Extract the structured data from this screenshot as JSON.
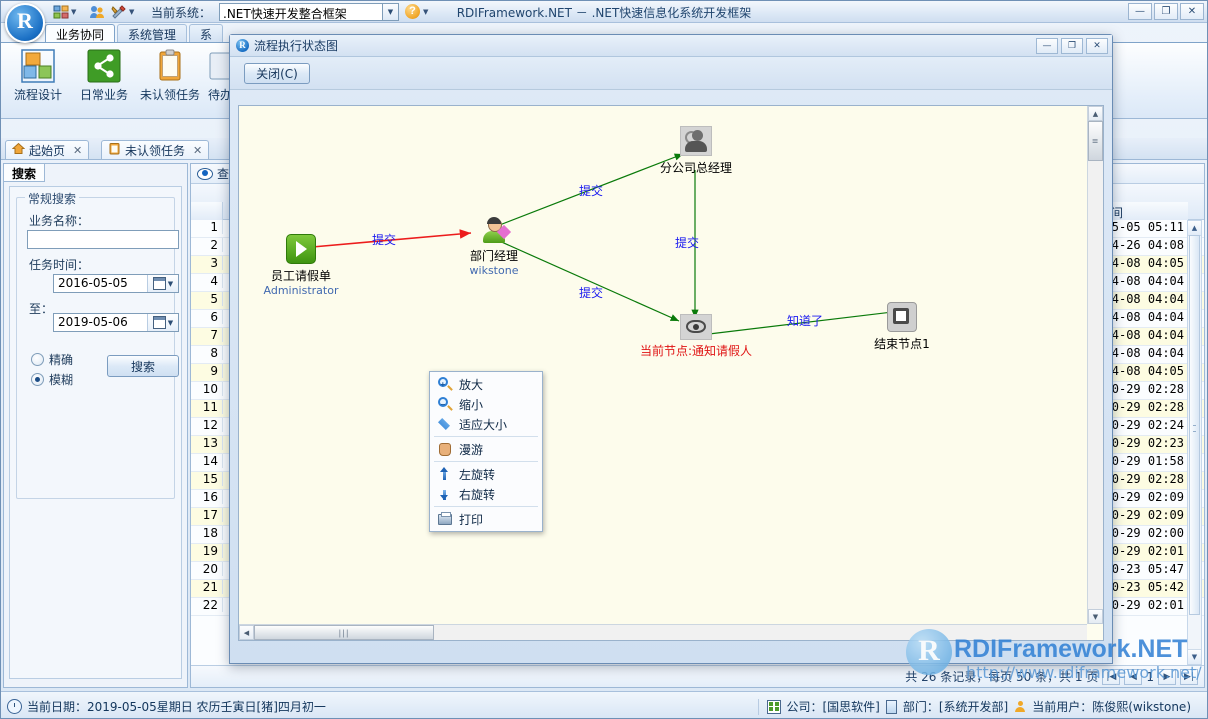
{
  "titlebar": {
    "system_label": "当前系统：",
    "system_value": ".NET快速开发整合框架",
    "window_title": "RDIFramework.NET － .NET快速信息化系统开发框架",
    "help_glyph": "?",
    "minimize": "—",
    "maximize": "❐",
    "close": "✕"
  },
  "ribbon": {
    "tabs": [
      {
        "label": "业务协同",
        "active": true
      },
      {
        "label": "系统管理",
        "active": false
      },
      {
        "label": "系",
        "active": false
      }
    ],
    "items": [
      {
        "label": "流程设计"
      },
      {
        "label": "日常业务"
      },
      {
        "label": "未认领任务"
      },
      {
        "label": "待办"
      }
    ]
  },
  "doctabs": [
    {
      "label": "起始页",
      "close": "✕"
    },
    {
      "label": "未认领任务",
      "close": "✕"
    }
  ],
  "search_panel": {
    "tab_label": "搜索",
    "group_title": "常规搜索",
    "name_label": "业务名称：",
    "name_value": "",
    "time_label": "任务时间：",
    "date_from": "2016-05-05",
    "to_label": "至：",
    "date_to": "2019-05-06",
    "radio_exact": "精确",
    "radio_fuzzy": "模糊",
    "radio_selected": "模糊",
    "search_button": "搜索"
  },
  "grid": {
    "toolbar_view": "查",
    "header_time": "间",
    "rows": [
      {
        "num": "1",
        "time": "5-05 05:11",
        "alt": false
      },
      {
        "num": "2",
        "time": "4-26 04:08",
        "alt": false
      },
      {
        "num": "3",
        "time": "4-08 04:05",
        "alt": true
      },
      {
        "num": "4",
        "time": "4-08 04:04",
        "alt": false
      },
      {
        "num": "5",
        "time": "4-08 04:04",
        "alt": true
      },
      {
        "num": "6",
        "time": "4-08 04:04",
        "alt": false
      },
      {
        "num": "7",
        "time": "4-08 04:04",
        "alt": true
      },
      {
        "num": "8",
        "time": "4-08 04:04",
        "alt": false
      },
      {
        "num": "9",
        "time": "4-08 04:05",
        "alt": true
      },
      {
        "num": "10",
        "time": "0-29 02:28",
        "alt": false
      },
      {
        "num": "11",
        "time": "0-29 02:28",
        "alt": true
      },
      {
        "num": "12",
        "time": "0-29 02:24",
        "alt": false
      },
      {
        "num": "13",
        "time": "0-29 02:23",
        "alt": true
      },
      {
        "num": "14",
        "time": "0-29 01:58",
        "alt": false
      },
      {
        "num": "15",
        "time": "0-29 02:28",
        "alt": true
      },
      {
        "num": "16",
        "time": "0-29 02:09",
        "alt": false
      },
      {
        "num": "17",
        "time": "0-29 02:09",
        "alt": true
      },
      {
        "num": "18",
        "time": "0-29 02:00",
        "alt": false
      },
      {
        "num": "19",
        "time": "0-29 02:01",
        "alt": true
      },
      {
        "num": "20",
        "time": "0-23 05:47",
        "alt": false
      },
      {
        "num": "21",
        "time": "0-23 05:42",
        "alt": true
      },
      {
        "num": "22",
        "time": "0-29 02:01",
        "alt": false
      }
    ],
    "footer_summary": "共 26 条记录，每页 50 条，共 1 页",
    "page_size": "50",
    "page_number": "1",
    "nav_first": "|◀",
    "nav_prev": "◀",
    "nav_next": "▶",
    "nav_last": "▶|"
  },
  "dialog": {
    "title": "流程执行状态图",
    "logo_letter": "R",
    "close_button": "关闭(C)",
    "minimize": "—",
    "maximize": "❐",
    "window_close": "✕"
  },
  "diagram": {
    "nodes": [
      {
        "id": "start",
        "label": "员工请假单",
        "sub": "Administrator",
        "icon": "start-icon",
        "current": ""
      },
      {
        "id": "dept",
        "label": "部门经理",
        "sub": "wikstone",
        "icon": "person-icon",
        "current": ""
      },
      {
        "id": "branch",
        "label": "分公司总经理",
        "sub": "",
        "icon": "gray-person-icon",
        "current": ""
      },
      {
        "id": "notify",
        "label": "",
        "sub": "",
        "icon": "eye-icon",
        "current": "当前节点:通知请假人"
      },
      {
        "id": "end",
        "label": "结束节点1",
        "sub": "",
        "icon": "end-icon",
        "current": ""
      }
    ],
    "edges": [
      {
        "label": "提交"
      },
      {
        "label": "提交"
      },
      {
        "label": "提交"
      },
      {
        "label": "提交"
      },
      {
        "label": "知道了"
      }
    ]
  },
  "context_menu": {
    "items": [
      {
        "label": "放大",
        "icon": "zoom-in-icon"
      },
      {
        "label": "缩小",
        "icon": "zoom-out-icon"
      },
      {
        "label": "适应大小",
        "icon": "fit-size-icon"
      },
      {
        "label": "漫游",
        "icon": "pan-hand-icon"
      },
      {
        "label": "左旋转",
        "icon": "rotate-left-icon"
      },
      {
        "label": "右旋转",
        "icon": "rotate-right-icon"
      },
      {
        "label": "打印",
        "icon": "print-icon"
      }
    ]
  },
  "watermark": {
    "letter": "R",
    "name": "RDIFramework.NET",
    "url": "http://www.rdiframework.net/"
  },
  "statusbar": {
    "date_text": "当前日期：2019-05-05星期日 农历壬寅日[猪]四月初一",
    "company": "公司：[国思软件]",
    "department": "部门：[系统开发部]",
    "user": "当前用户：陈俊熙(wikstone)"
  }
}
